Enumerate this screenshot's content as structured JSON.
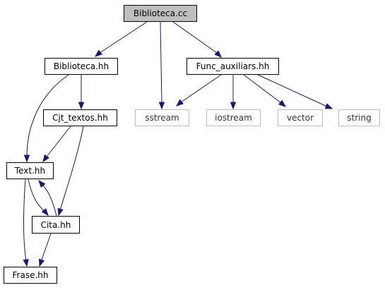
{
  "diagram": {
    "nodes": [
      {
        "id": "biblioteca_cc",
        "label": "Biblioteca.cc",
        "kind": "root"
      },
      {
        "id": "biblioteca_hh",
        "label": "Biblioteca.hh",
        "kind": "local"
      },
      {
        "id": "func_auxiliars_hh",
        "label": "Func_auxiliars.hh",
        "kind": "local"
      },
      {
        "id": "cjt_textos_hh",
        "label": "Cjt_textos.hh",
        "kind": "local"
      },
      {
        "id": "sstream",
        "label": "sstream",
        "kind": "external"
      },
      {
        "id": "iostream",
        "label": "iostream",
        "kind": "external"
      },
      {
        "id": "vector",
        "label": "vector",
        "kind": "external"
      },
      {
        "id": "string",
        "label": "string",
        "kind": "external"
      },
      {
        "id": "text_hh",
        "label": "Text.hh",
        "kind": "local"
      },
      {
        "id": "cita_hh",
        "label": "Cita.hh",
        "kind": "local"
      },
      {
        "id": "frase_hh",
        "label": "Frase.hh",
        "kind": "local"
      }
    ],
    "edges": [
      {
        "from": "biblioteca_cc",
        "to": "biblioteca_hh"
      },
      {
        "from": "biblioteca_cc",
        "to": "sstream"
      },
      {
        "from": "biblioteca_cc",
        "to": "func_auxiliars_hh"
      },
      {
        "from": "biblioteca_hh",
        "to": "text_hh"
      },
      {
        "from": "biblioteca_hh",
        "to": "cjt_textos_hh"
      },
      {
        "from": "func_auxiliars_hh",
        "to": "sstream"
      },
      {
        "from": "func_auxiliars_hh",
        "to": "iostream"
      },
      {
        "from": "func_auxiliars_hh",
        "to": "vector"
      },
      {
        "from": "func_auxiliars_hh",
        "to": "string"
      },
      {
        "from": "cjt_textos_hh",
        "to": "text_hh"
      },
      {
        "from": "cjt_textos_hh",
        "to": "cita_hh"
      },
      {
        "from": "text_hh",
        "to": "cita_hh"
      },
      {
        "from": "text_hh",
        "to": "frase_hh"
      },
      {
        "from": "cita_hh",
        "to": "text_hh"
      },
      {
        "from": "cita_hh",
        "to": "frase_hh"
      }
    ],
    "colors": {
      "edge": "#191970",
      "root_fill": "#bfbfbf",
      "external_border": "#bfbfbf",
      "node_border": "#000000"
    }
  }
}
